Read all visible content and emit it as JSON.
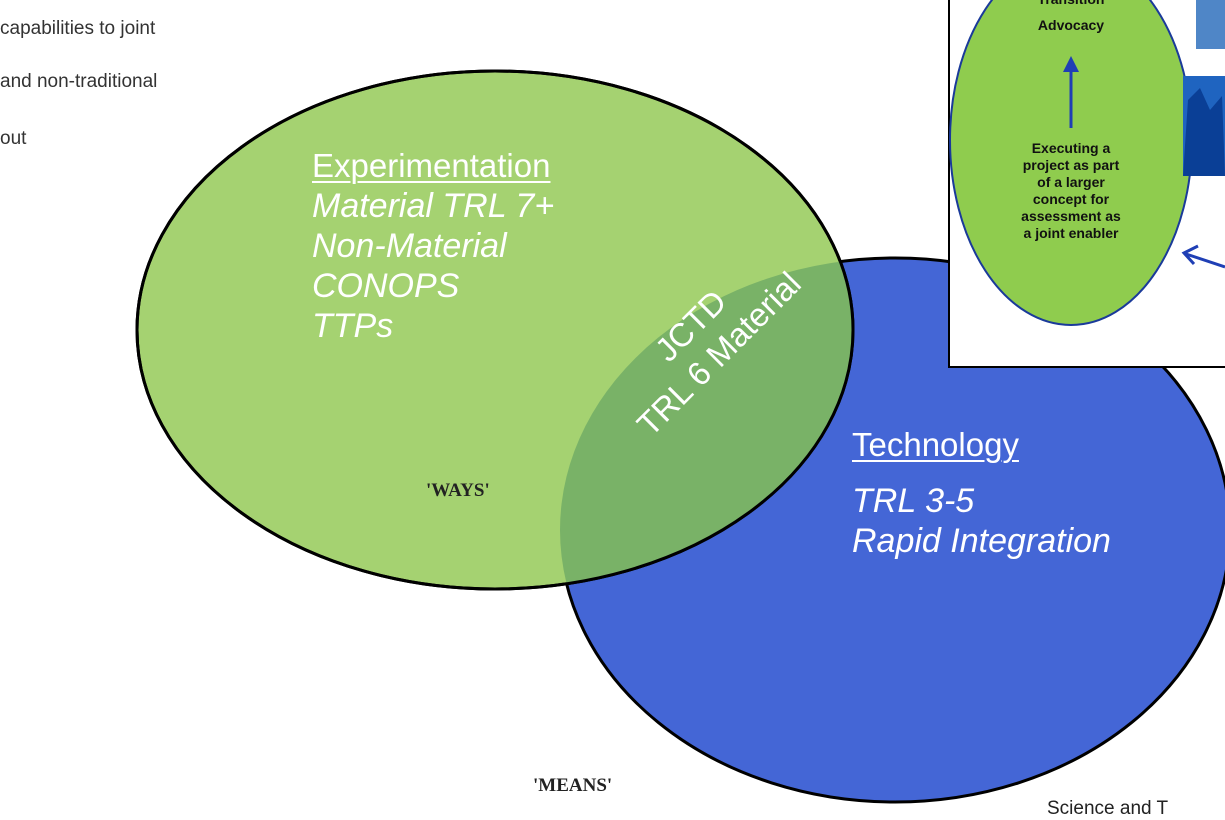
{
  "left_text": {
    "lines": [
      "capabilities to joint",
      "and non-traditional",
      "out"
    ]
  },
  "labels": {
    "ways": "'WAYS'",
    "means": "'MEANS'"
  },
  "experimentation": {
    "heading": "Experimentation",
    "lines": [
      "Material TRL 7+",
      "Non-Material",
      "CONOPS",
      "TTPs"
    ]
  },
  "jctd": {
    "line1": "JCTD",
    "line2": "TRL 6 Material"
  },
  "technology": {
    "heading": "Technology",
    "lines": [
      "TRL 3-5",
      "Rapid Integration"
    ]
  },
  "inset": {
    "top_partial": "Transition",
    "top_label": "Advocacy",
    "body_lines": [
      "Executing a",
      "project as part",
      "of a larger",
      "concept for",
      "assessment as",
      "a joint enabler"
    ]
  },
  "bottom_text": "Science and T",
  "colors": {
    "green_circle": "#a5d271",
    "overlap": "#79b267",
    "blue_circle": "#4466d6",
    "inset_green": "#8fcc4e",
    "arrow_blue": "#1f3fb5"
  }
}
